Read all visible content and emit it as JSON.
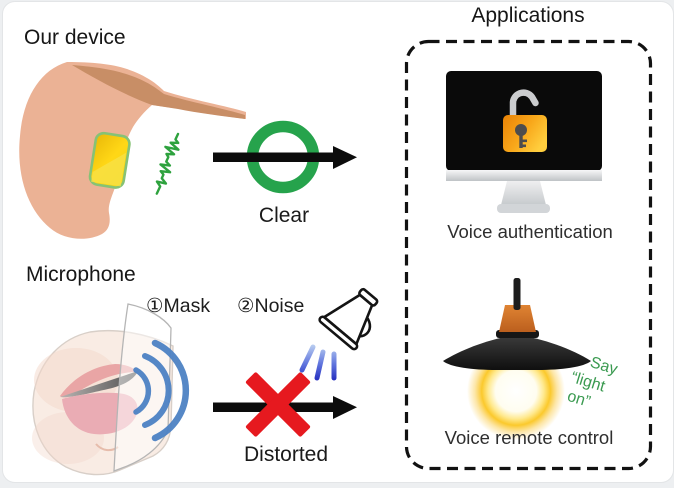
{
  "sections": {
    "device": {
      "title": "Our device",
      "result": "Clear"
    },
    "microphone": {
      "title": "Microphone",
      "issue_mask": "①Mask",
      "issue_noise": "②Noise",
      "result": "Distorted"
    },
    "applications": {
      "title": "Applications",
      "auth_caption": "Voice authentication",
      "remote_caption": "Voice remote control",
      "say_lines": [
        "Say",
        "“light",
        "on”"
      ]
    }
  },
  "icons": {
    "device_patch": "throat-patch-icon",
    "vibration": "vibration-wave-icon",
    "pass": "green-circle-pass-icon",
    "fail": "red-cross-fail-icon",
    "arrows": "black-arrow-icon",
    "megaphone": "megaphone-noise-icon",
    "sound_waves": "sound-wave-arcs-icon",
    "monitor_lock": "monitor-unlocked-padlock-icon",
    "lamp": "glowing-lamp-icon"
  },
  "colors": {
    "pass_green": "#26a34c",
    "fail_red": "#e6191f",
    "device_yellow": "#ffd716",
    "wave_blue": "#4d82c4",
    "lock_orange": "#f49b13",
    "say_green": "#3a9a50",
    "skin_light": "#ebb295",
    "skin_dark": "#c88e66"
  }
}
